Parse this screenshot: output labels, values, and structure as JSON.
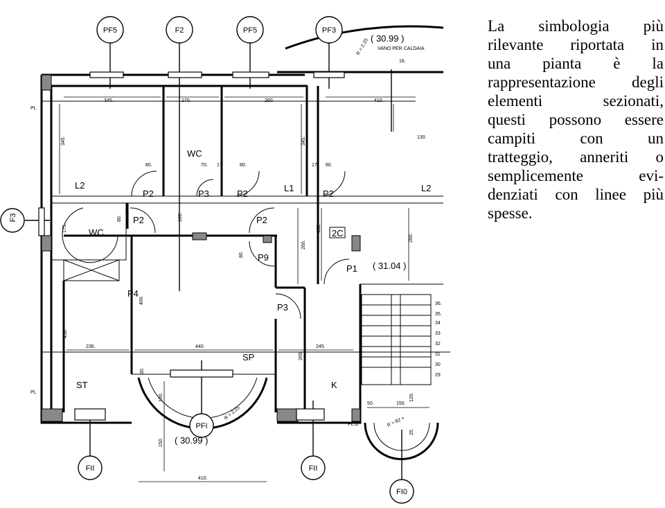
{
  "caption": {
    "lines": [
      "La simbologia più",
      "rilevante riportata in",
      "una pianta è la",
      "rappresentazione degli",
      "elementi sezionati,",
      "questi possono essere",
      "campiti con un",
      "tratteggio, anneriti o",
      "semplicemente evi-",
      "denziati con linee più",
      "spesse."
    ]
  },
  "plan": {
    "axis_bubbles": {
      "top": [
        "PF5",
        "F2",
        "PF5",
        "PF3"
      ],
      "left": "F3",
      "bottom": [
        "FII",
        "PFI",
        "FII",
        "FI0"
      ]
    },
    "rooms": {
      "l2_left": "L2",
      "wc_upper": "WC",
      "l1": "L1",
      "l2_right": "L2",
      "wc_lower": "WC",
      "sp": "SP",
      "st": "ST",
      "k": "K",
      "twoc": "2C"
    },
    "doors": [
      "P2",
      "P3",
      "P2",
      "P2",
      "P2",
      "P2",
      "P9",
      "P3",
      "P1",
      "P4"
    ],
    "elevations": {
      "top": "( 30.99 )",
      "mid": "( 31.04 )",
      "bottom": "( 30.99 )",
      "boiler_niche": "VANO PER CALDAIA"
    },
    "side_marks": {
      "pl_top": "PL",
      "pl_bottom": "PL",
      "pl_d": "PL.D"
    },
    "dimensions": {
      "d345a": "345.",
      "d170": "170.",
      "d260": "260.",
      "d410": "410.",
      "d345v_left": "345.",
      "d345v_mid": "345.",
      "d80a": "80.",
      "d70": "70.",
      "d17": "17",
      "d80b": "80.",
      "d17b": "17.",
      "d80c": "80.",
      "d130": "130.",
      "d260v": "260.",
      "d182": "182.",
      "d260v2": "260.",
      "d100": "100.",
      "d175": "175.",
      "d80v": "80.",
      "d80v2": "80.",
      "d400": "400.",
      "d450": "450.",
      "d236": "236.",
      "d440": "440.",
      "d245": "245.",
      "d265": "265.",
      "d30": "30.",
      "d130v": "130.",
      "d150v": "150.",
      "d410b": "410.",
      "d50": "50.",
      "d150": "150.",
      "d120": "120.",
      "d25": "25.",
      "r225": "R = 2.25",
      "r82": "R = 82 ×",
      "r2": "R = 2.25",
      "d16": "16.",
      "d36": "36.",
      "d35": "35."
    },
    "stair_steps": [
      "36",
      "35",
      "34",
      "33",
      "32",
      "31",
      "30",
      "29"
    ]
  }
}
